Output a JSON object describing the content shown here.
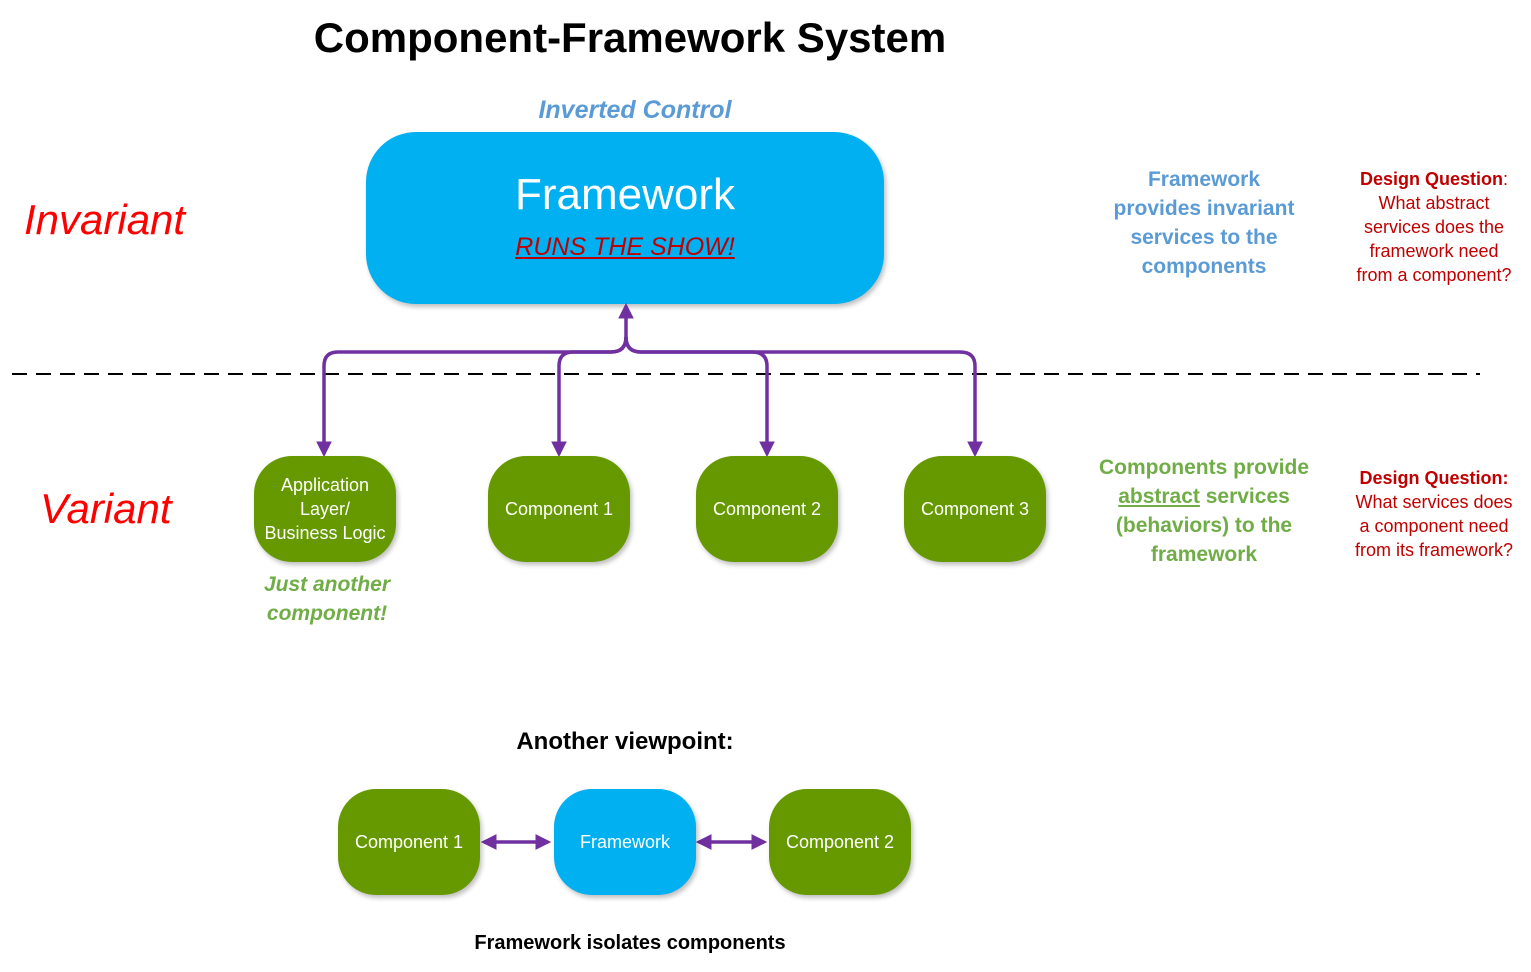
{
  "title": "Component-Framework System",
  "inverted_control": "Inverted Control",
  "invariant_label": "Invariant",
  "variant_label": "Variant",
  "framework": {
    "title": "Framework",
    "subtitle": "RUNS THE SHOW!"
  },
  "components": {
    "app_layer_line1": "Application",
    "app_layer_line2": "Layer/",
    "app_layer_line3": "Business Logic",
    "comp1": "Component 1",
    "comp2": "Component 2",
    "comp3": "Component 3"
  },
  "just_another": {
    "line1": "Just another",
    "line2": "component!"
  },
  "framework_note": {
    "line1": "Framework",
    "line2": "provides invariant",
    "line3": "services to the",
    "line4": "components"
  },
  "components_note": {
    "line1": "Components provide",
    "abstract": "abstract",
    "line2_rest": " services",
    "line3": "(behaviors) to the",
    "line4": "framework"
  },
  "design_question_top": {
    "label": "Design Question",
    "colon": ":",
    "line1": "What abstract",
    "line2": "services does the",
    "line3": "framework need",
    "line4": "from a component?"
  },
  "design_question_bottom": {
    "label": "Design Question:",
    "line1": "What services does",
    "line2": "a component need",
    "line3": "from its framework?"
  },
  "viewpoint": {
    "heading": "Another viewpoint:",
    "comp1": "Component 1",
    "framework": "Framework",
    "comp2": "Component 2",
    "caption": "Framework isolates components"
  },
  "colors": {
    "framework_blue": "#00b0f0",
    "component_green": "#669900",
    "arrow_purple": "#7030a0",
    "invariant_red": "#ff0000",
    "note_blue": "#5b9bd5",
    "note_green": "#70ad47",
    "question_red": "#c00000"
  }
}
